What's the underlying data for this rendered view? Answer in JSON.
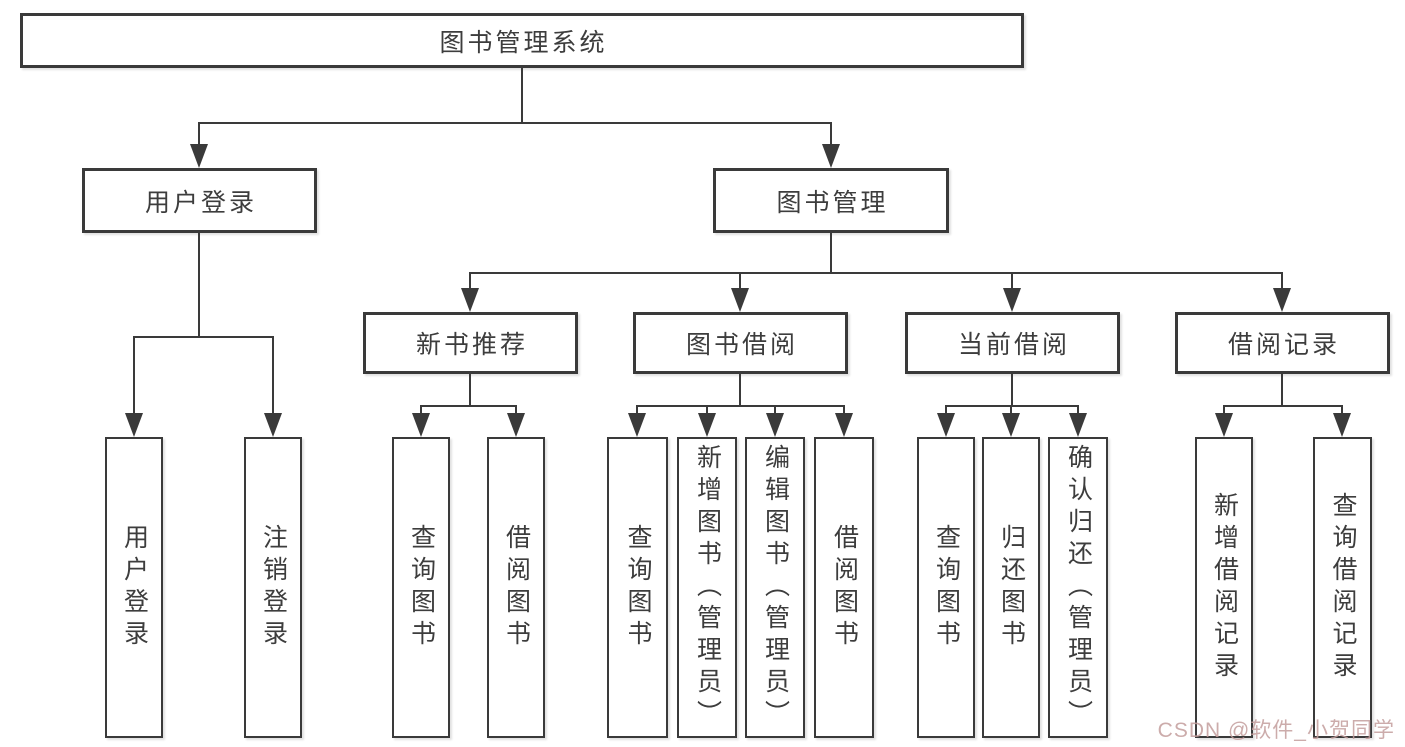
{
  "diagram": {
    "type": "hierarchy-tree",
    "colors": {
      "line": "#3a3a3a",
      "text": "#3d3d3d",
      "box_background": "#ffffff",
      "watermark": "#c49e9d"
    },
    "root": {
      "label": "图书管理系统",
      "children": [
        {
          "label": "用户登录",
          "children": [
            {
              "label": "用户登录"
            },
            {
              "label": "注销登录"
            }
          ]
        },
        {
          "label": "图书管理",
          "children": [
            {
              "label": "新书推荐",
              "children": [
                {
                  "label": "查询图书"
                },
                {
                  "label": "借阅图书"
                }
              ]
            },
            {
              "label": "图书借阅",
              "children": [
                {
                  "label": "查询图书"
                },
                {
                  "label": "新增图书（管理员）"
                },
                {
                  "label": "编辑图书（管理员）"
                },
                {
                  "label": "借阅图书"
                }
              ]
            },
            {
              "label": "当前借阅",
              "children": [
                {
                  "label": "查询图书"
                },
                {
                  "label": "归还图书"
                },
                {
                  "label": "确认归还（管理员）"
                }
              ]
            },
            {
              "label": "借阅记录",
              "children": [
                {
                  "label": "新增借阅记录"
                },
                {
                  "label": "查询借阅记录"
                }
              ]
            }
          ]
        }
      ]
    }
  },
  "watermark": {
    "text": "CSDN @软件_小贺同学"
  }
}
